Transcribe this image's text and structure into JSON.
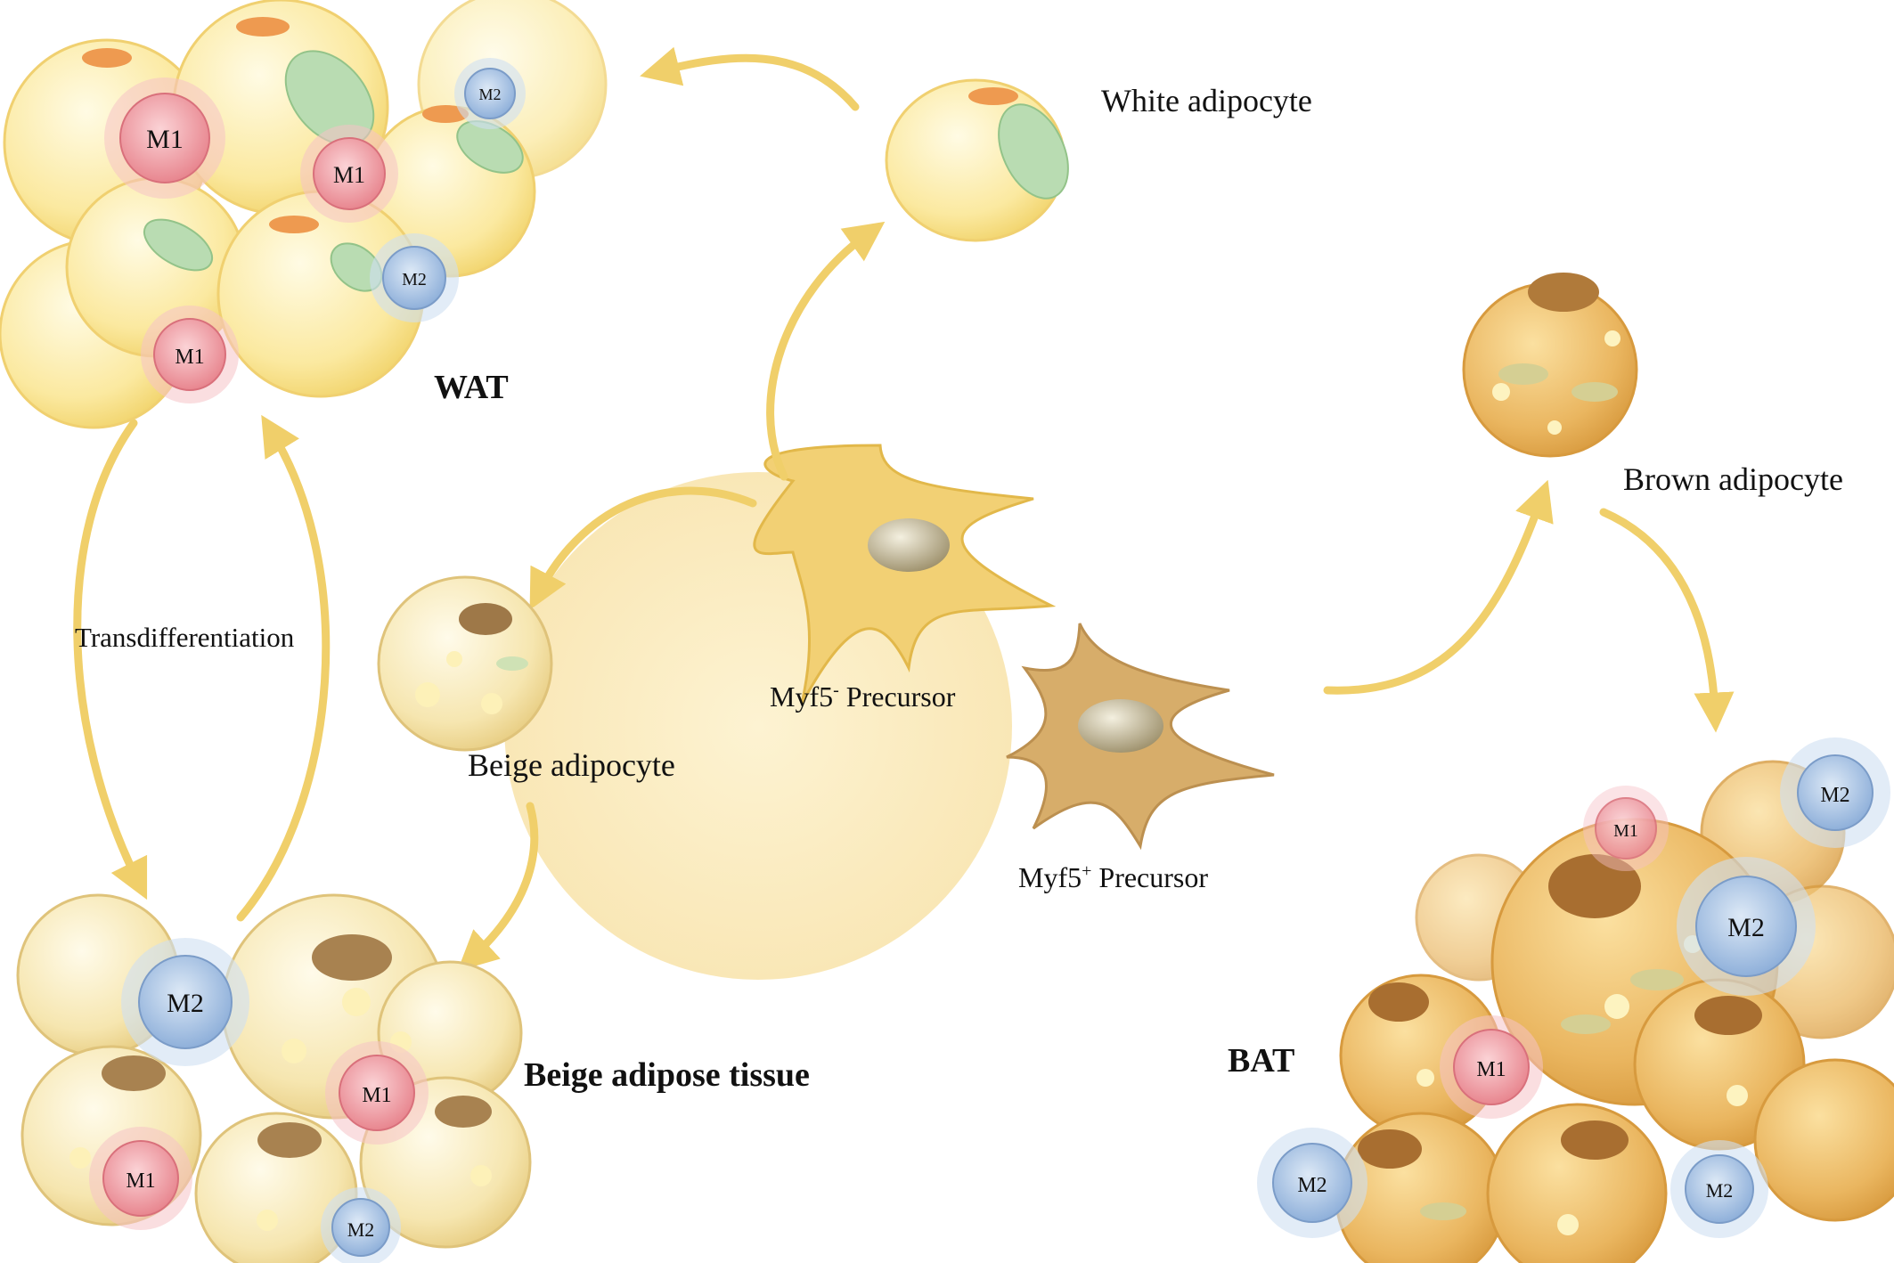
{
  "labels": {
    "white_adipocyte": "White adipocyte",
    "brown_adipocyte": "Brown adipocyte",
    "beige_adipocyte": "Beige adipocyte",
    "wat": "WAT",
    "bat": "BAT",
    "beige_tissue": "Beige adipose tissue",
    "transdifferentiation": "Transdifferentiation",
    "myf5_neg_prefix": "Myf5",
    "myf5_neg_sup": "-",
    "myf5_neg_suffix": " Precursor",
    "myf5_pos_prefix": "Myf5",
    "myf5_pos_sup": "+",
    "myf5_pos_suffix": " Precursor"
  },
  "macrophages": {
    "m1": "M1",
    "m2": "M2"
  },
  "colors": {
    "arrow": "#f0cf6a",
    "center_circle": "#fbedc3",
    "white_cell": "#fbe9a0",
    "beige_cell": "#f6e6b0",
    "brown_cell": "#e9b25a",
    "m1": "#ef9ea6",
    "m2": "#a9c4e4",
    "mito": "#b9dcb2"
  }
}
